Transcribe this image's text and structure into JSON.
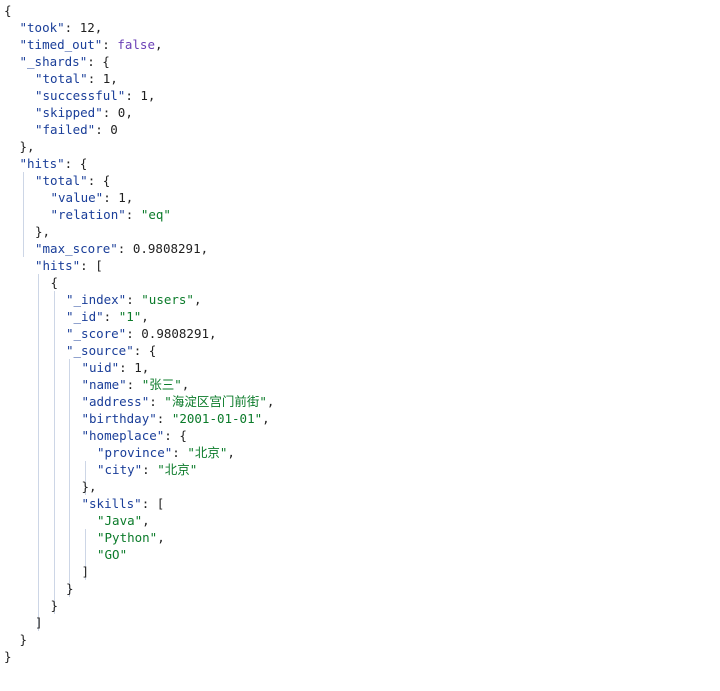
{
  "colors": {
    "background": "#ffffff",
    "key": "#1a3e99",
    "string": "#0b7b2a",
    "number": "#1f1f1f",
    "boolean": "#6a3fb5",
    "punctuation": "#222222",
    "indent_guide": "#cdd6e6"
  },
  "lines": [
    {
      "indent": 0,
      "parts": [
        {
          "t": "p",
          "v": "{"
        }
      ]
    },
    {
      "indent": 1,
      "parts": [
        {
          "t": "k",
          "v": "\"took\""
        },
        {
          "t": "p",
          "v": ": "
        },
        {
          "t": "n",
          "v": "12"
        },
        {
          "t": "p",
          "v": ","
        }
      ]
    },
    {
      "indent": 1,
      "parts": [
        {
          "t": "k",
          "v": "\"timed_out\""
        },
        {
          "t": "p",
          "v": ": "
        },
        {
          "t": "b",
          "v": "false"
        },
        {
          "t": "p",
          "v": ","
        }
      ]
    },
    {
      "indent": 1,
      "parts": [
        {
          "t": "k",
          "v": "\"_shards\""
        },
        {
          "t": "p",
          "v": ": {"
        }
      ]
    },
    {
      "indent": 2,
      "parts": [
        {
          "t": "k",
          "v": "\"total\""
        },
        {
          "t": "p",
          "v": ": "
        },
        {
          "t": "n",
          "v": "1"
        },
        {
          "t": "p",
          "v": ","
        }
      ]
    },
    {
      "indent": 2,
      "parts": [
        {
          "t": "k",
          "v": "\"successful\""
        },
        {
          "t": "p",
          "v": ": "
        },
        {
          "t": "n",
          "v": "1"
        },
        {
          "t": "p",
          "v": ","
        }
      ]
    },
    {
      "indent": 2,
      "parts": [
        {
          "t": "k",
          "v": "\"skipped\""
        },
        {
          "t": "p",
          "v": ": "
        },
        {
          "t": "n",
          "v": "0"
        },
        {
          "t": "p",
          "v": ","
        }
      ]
    },
    {
      "indent": 2,
      "parts": [
        {
          "t": "k",
          "v": "\"failed\""
        },
        {
          "t": "p",
          "v": ": "
        },
        {
          "t": "n",
          "v": "0"
        }
      ]
    },
    {
      "indent": 1,
      "parts": [
        {
          "t": "p",
          "v": "},"
        }
      ]
    },
    {
      "indent": 1,
      "parts": [
        {
          "t": "k",
          "v": "\"hits\""
        },
        {
          "t": "p",
          "v": ": {"
        }
      ]
    },
    {
      "indent": 2,
      "parts": [
        {
          "t": "k",
          "v": "\"total\""
        },
        {
          "t": "p",
          "v": ": {"
        }
      ]
    },
    {
      "indent": 3,
      "parts": [
        {
          "t": "k",
          "v": "\"value\""
        },
        {
          "t": "p",
          "v": ": "
        },
        {
          "t": "n",
          "v": "1"
        },
        {
          "t": "p",
          "v": ","
        }
      ]
    },
    {
      "indent": 3,
      "parts": [
        {
          "t": "k",
          "v": "\"relation\""
        },
        {
          "t": "p",
          "v": ": "
        },
        {
          "t": "s",
          "v": "\"eq\""
        }
      ]
    },
    {
      "indent": 2,
      "parts": [
        {
          "t": "p",
          "v": "},"
        }
      ]
    },
    {
      "indent": 2,
      "parts": [
        {
          "t": "k",
          "v": "\"max_score\""
        },
        {
          "t": "p",
          "v": ": "
        },
        {
          "t": "n",
          "v": "0.9808291"
        },
        {
          "t": "p",
          "v": ","
        }
      ]
    },
    {
      "indent": 2,
      "parts": [
        {
          "t": "k",
          "v": "\"hits\""
        },
        {
          "t": "p",
          "v": ": ["
        }
      ]
    },
    {
      "indent": 3,
      "parts": [
        {
          "t": "p",
          "v": "{"
        }
      ]
    },
    {
      "indent": 4,
      "parts": [
        {
          "t": "k",
          "v": "\"_index\""
        },
        {
          "t": "p",
          "v": ": "
        },
        {
          "t": "s",
          "v": "\"users\""
        },
        {
          "t": "p",
          "v": ","
        }
      ]
    },
    {
      "indent": 4,
      "parts": [
        {
          "t": "k",
          "v": "\"_id\""
        },
        {
          "t": "p",
          "v": ": "
        },
        {
          "t": "s",
          "v": "\"1\""
        },
        {
          "t": "p",
          "v": ","
        }
      ]
    },
    {
      "indent": 4,
      "parts": [
        {
          "t": "k",
          "v": "\"_score\""
        },
        {
          "t": "p",
          "v": ": "
        },
        {
          "t": "n",
          "v": "0.9808291"
        },
        {
          "t": "p",
          "v": ","
        }
      ]
    },
    {
      "indent": 4,
      "parts": [
        {
          "t": "k",
          "v": "\"_source\""
        },
        {
          "t": "p",
          "v": ": {"
        }
      ]
    },
    {
      "indent": 5,
      "parts": [
        {
          "t": "k",
          "v": "\"uid\""
        },
        {
          "t": "p",
          "v": ": "
        },
        {
          "t": "n",
          "v": "1"
        },
        {
          "t": "p",
          "v": ","
        }
      ]
    },
    {
      "indent": 5,
      "parts": [
        {
          "t": "k",
          "v": "\"name\""
        },
        {
          "t": "p",
          "v": ": "
        },
        {
          "t": "s",
          "v": "\"张三\""
        },
        {
          "t": "p",
          "v": ","
        }
      ]
    },
    {
      "indent": 5,
      "parts": [
        {
          "t": "k",
          "v": "\"address\""
        },
        {
          "t": "p",
          "v": ": "
        },
        {
          "t": "s",
          "v": "\"海淀区宫门前街\""
        },
        {
          "t": "p",
          "v": ","
        }
      ]
    },
    {
      "indent": 5,
      "parts": [
        {
          "t": "k",
          "v": "\"birthday\""
        },
        {
          "t": "p",
          "v": ": "
        },
        {
          "t": "s",
          "v": "\"2001-01-01\""
        },
        {
          "t": "p",
          "v": ","
        }
      ]
    },
    {
      "indent": 5,
      "parts": [
        {
          "t": "k",
          "v": "\"homeplace\""
        },
        {
          "t": "p",
          "v": ": {"
        }
      ]
    },
    {
      "indent": 6,
      "parts": [
        {
          "t": "k",
          "v": "\"province\""
        },
        {
          "t": "p",
          "v": ": "
        },
        {
          "t": "s",
          "v": "\"北京\""
        },
        {
          "t": "p",
          "v": ","
        }
      ]
    },
    {
      "indent": 6,
      "parts": [
        {
          "t": "k",
          "v": "\"city\""
        },
        {
          "t": "p",
          "v": ": "
        },
        {
          "t": "s",
          "v": "\"北京\""
        }
      ]
    },
    {
      "indent": 5,
      "parts": [
        {
          "t": "p",
          "v": "},"
        }
      ]
    },
    {
      "indent": 5,
      "parts": [
        {
          "t": "k",
          "v": "\"skills\""
        },
        {
          "t": "p",
          "v": ": ["
        }
      ]
    },
    {
      "indent": 6,
      "parts": [
        {
          "t": "s",
          "v": "\"Java\""
        },
        {
          "t": "p",
          "v": ","
        }
      ]
    },
    {
      "indent": 6,
      "parts": [
        {
          "t": "s",
          "v": "\"Python\""
        },
        {
          "t": "p",
          "v": ","
        }
      ]
    },
    {
      "indent": 6,
      "parts": [
        {
          "t": "s",
          "v": "\"GO\""
        }
      ]
    },
    {
      "indent": 5,
      "parts": [
        {
          "t": "p",
          "v": "]"
        }
      ]
    },
    {
      "indent": 4,
      "parts": [
        {
          "t": "p",
          "v": "}"
        }
      ]
    },
    {
      "indent": 3,
      "parts": [
        {
          "t": "p",
          "v": "}"
        }
      ]
    },
    {
      "indent": 2,
      "parts": [
        {
          "t": "p",
          "v": "]"
        }
      ]
    },
    {
      "indent": 1,
      "parts": [
        {
          "t": "p",
          "v": "}"
        }
      ]
    },
    {
      "indent": 0,
      "parts": [
        {
          "t": "p",
          "v": "}"
        }
      ]
    }
  ],
  "guides": [
    {
      "level": 2,
      "from_line": 10,
      "to_line": 14
    },
    {
      "level": 3,
      "from_line": 16,
      "to_line": 36
    },
    {
      "level": 4,
      "from_line": 17,
      "to_line": 35
    },
    {
      "level": 5,
      "from_line": 21,
      "to_line": 34
    },
    {
      "level": 6,
      "from_line": 27,
      "to_line": 28
    },
    {
      "level": 6,
      "from_line": 31,
      "to_line": 33
    }
  ]
}
